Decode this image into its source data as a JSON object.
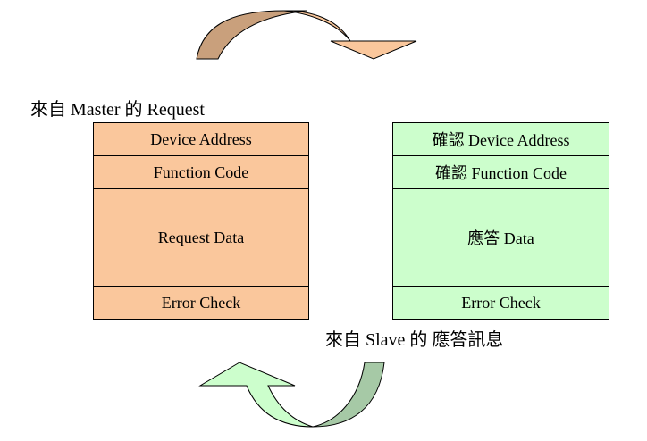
{
  "request": {
    "caption": "來自 Master 的 Request",
    "fields": [
      {
        "label": "Device Address"
      },
      {
        "label": "Function Code"
      },
      {
        "label": "Request Data"
      },
      {
        "label": "Error Check"
      }
    ]
  },
  "response": {
    "caption": "來自 Slave 的 應答訊息",
    "fields": [
      {
        "label": "確認 Device Address"
      },
      {
        "label": "確認 Function Code"
      },
      {
        "label": "應答 Data"
      },
      {
        "label": "Error Check"
      }
    ]
  },
  "colors": {
    "request_fill": "#fac79c",
    "response_fill": "#ccfecc",
    "top_arrow_dark": "#c9a07c",
    "top_arrow_light": "#fac79c",
    "bottom_arrow_dark": "#a6c9a6",
    "bottom_arrow_light": "#ccfecc"
  }
}
